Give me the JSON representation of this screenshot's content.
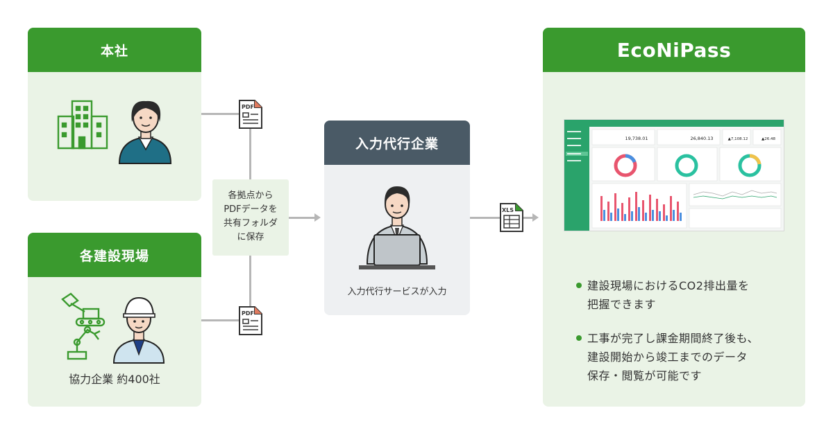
{
  "honsha": {
    "title": "本社"
  },
  "genba": {
    "title": "各建設現場",
    "caption": "協力企業 約400社"
  },
  "share_note": "各拠点から PDFデータを 共有フォルダ に保存",
  "share_lines": [
    "各拠点から",
    "PDFデータを",
    "共有フォルダ",
    "に保存"
  ],
  "daiko": {
    "title": "入力代行企業",
    "caption": "入力代行サービスが入力"
  },
  "econi": {
    "title": "EcoNiPass",
    "bullets": [
      "建設現場におけるCO2排出量を把握できます",
      "工事が完了し課金期間終了後も、建設開始から竣工までのデータ保存・閲覧が可能です"
    ],
    "bullet_lines": [
      [
        "建設現場におけるCO2排出量を",
        "把握できます"
      ],
      [
        "工事が完了し課金期間終了後も、",
        "建設開始から竣工までのデータ",
        "保存・閲覧が可能です"
      ]
    ]
  },
  "files": {
    "pdf_label": "PDF",
    "xls_label": "XLS"
  },
  "dashboard": {
    "stats": [
      "19,738.01",
      "26,840.13",
      "▲7,108.12",
      "▲26.48"
    ]
  },
  "colors": {
    "green": "#3a9a2e",
    "card_bg": "#eaf3e6",
    "dark_head": "#4a5a66",
    "connector": "#b6b6b6"
  },
  "icons": [
    "building-icon",
    "office-worker-icon",
    "excavator-icon",
    "robot-arm-icon",
    "construction-worker-icon",
    "pdf-file-icon",
    "xls-file-icon",
    "laptop-operator-icon",
    "dashboard-screenshot"
  ]
}
